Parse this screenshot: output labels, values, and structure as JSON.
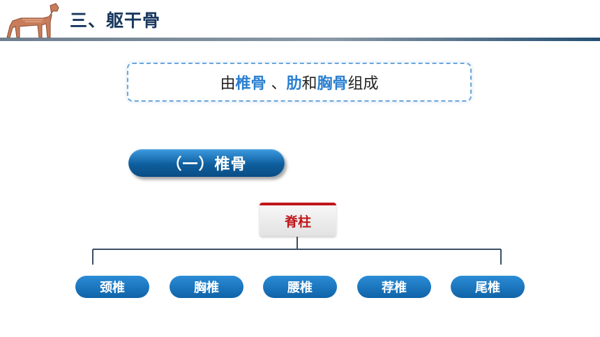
{
  "header": {
    "title": "三、躯干骨",
    "logo_icon": "horse-anatomy-icon"
  },
  "summary": {
    "prefix": "由",
    "term1": "椎骨",
    "sep": "、",
    "term2": "肋",
    "joiner": "和",
    "term3": "胸骨",
    "suffix": "组成"
  },
  "section": {
    "label": "（一）椎骨"
  },
  "tree": {
    "root": "脊柱",
    "children": [
      "颈椎",
      "胸椎",
      "腰椎",
      "荐椎",
      "尾椎"
    ]
  },
  "colors": {
    "title": "#17375e",
    "highlight": "#2a7fd0",
    "pill_blue": "#0e5f9e",
    "root_red": "#c0161b",
    "connector": "#3a4f66"
  }
}
